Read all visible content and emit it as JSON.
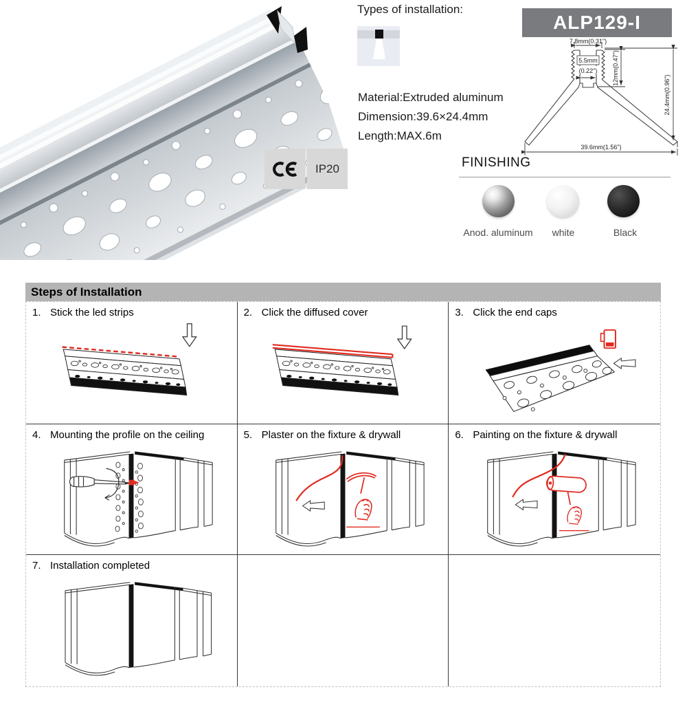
{
  "product": {
    "model": "ALP129-I",
    "types_label": "Types of installation:",
    "specs": {
      "material": "Material:Extruded aluminum",
      "dimension": "Dimension:39.6×24.4mm",
      "length": "Length:MAX.6m"
    }
  },
  "badges": {
    "ce": "CE",
    "ip20": "IP20"
  },
  "dims": {
    "top_width": "7.8mm(0.31\")",
    "slot_width": "5.5mm",
    "slot_width_inch": "(0.22\")",
    "slot_depth": "12mm(0.47\")",
    "total_height": "24.4mm(0.96\")",
    "total_width": "39.6mm(1.56\")"
  },
  "finishing": {
    "title": "FINISHING",
    "options": [
      {
        "name": "Anod. aluminum",
        "swatch": "metallic-silver"
      },
      {
        "name": "white",
        "swatch": "white"
      },
      {
        "name": "Black",
        "swatch": "black"
      }
    ]
  },
  "steps": {
    "title": "Steps of Installation",
    "items": [
      {
        "num": "1.",
        "label": "Stick the led strips"
      },
      {
        "num": "2.",
        "label": "Click the diffused cover"
      },
      {
        "num": "3.",
        "label": "Click the end caps"
      },
      {
        "num": "4.",
        "label": "Mounting the profile on the ceiling"
      },
      {
        "num": "5.",
        "label": "Plaster on the fixture & drywall"
      },
      {
        "num": "6.",
        "label": "Painting on the fixture & drywall"
      },
      {
        "num": "7.",
        "label": "Installation completed"
      }
    ]
  },
  "colors": {
    "accent_red": "#e02b20",
    "header_gray": "#b4b4b4",
    "model_bar_gray": "#797b7e"
  }
}
